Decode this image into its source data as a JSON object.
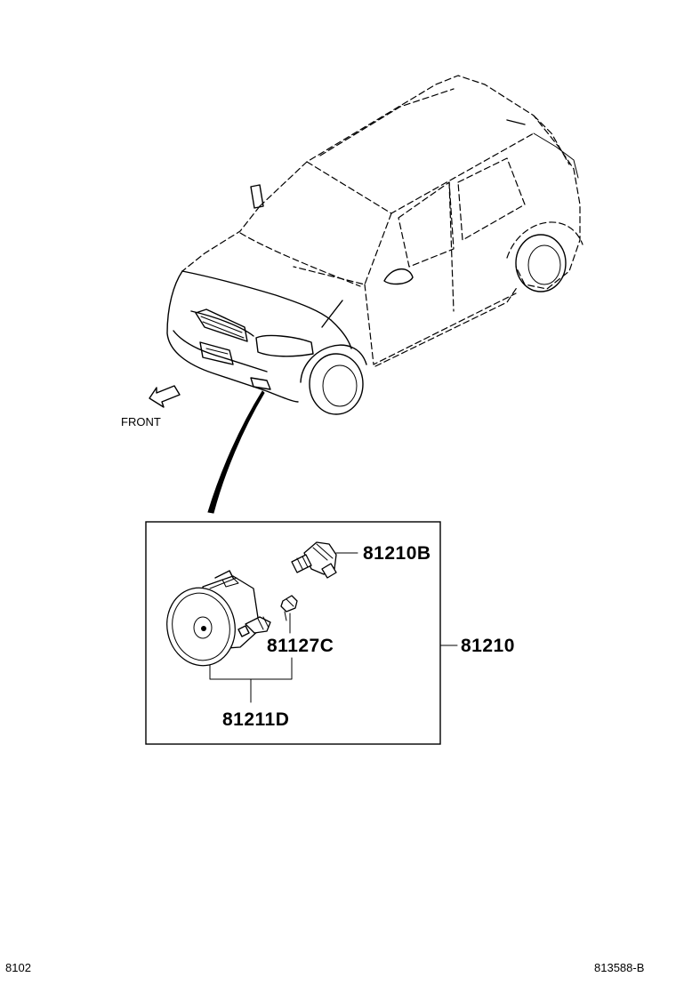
{
  "diagram": {
    "front_label": "FRONT",
    "parts": [
      {
        "id": "bulb",
        "label": "81210B"
      },
      {
        "id": "fog-lamp-assy",
        "label": "81210"
      },
      {
        "id": "screw",
        "label": "81127C"
      },
      {
        "id": "fog-lamp-unit",
        "label": "81211D"
      }
    ],
    "footer": {
      "left_code": "8102",
      "right_code": "813588-B"
    }
  }
}
